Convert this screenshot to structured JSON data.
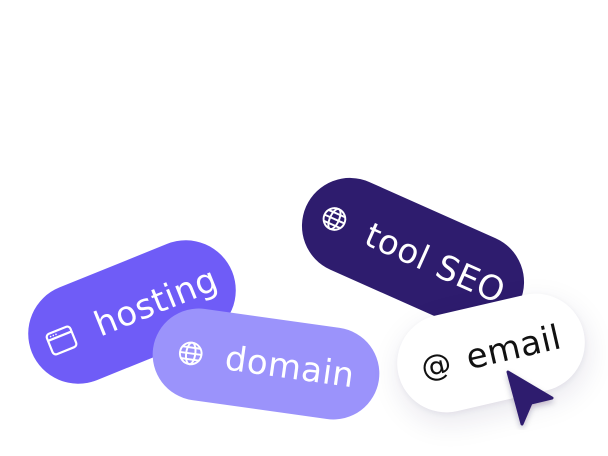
{
  "tags": [
    {
      "label": "tool SEO",
      "icon": "globe-icon",
      "bg": "#2e1c6e",
      "fg": "#ffffff"
    },
    {
      "label": "email",
      "icon": "at-icon",
      "icon_glyph": "@",
      "bg": "#ffffff",
      "fg": "#111111"
    },
    {
      "label": "domain",
      "icon": "globe-icon",
      "bg": "#9b93fb",
      "fg": "#ffffff"
    },
    {
      "label": "hosting",
      "icon": "browser-window-icon",
      "bg": "#6f5cf7",
      "fg": "#ffffff"
    }
  ],
  "cursor": {
    "icon": "pointer-cursor-icon",
    "color": "#2e1c6e"
  }
}
